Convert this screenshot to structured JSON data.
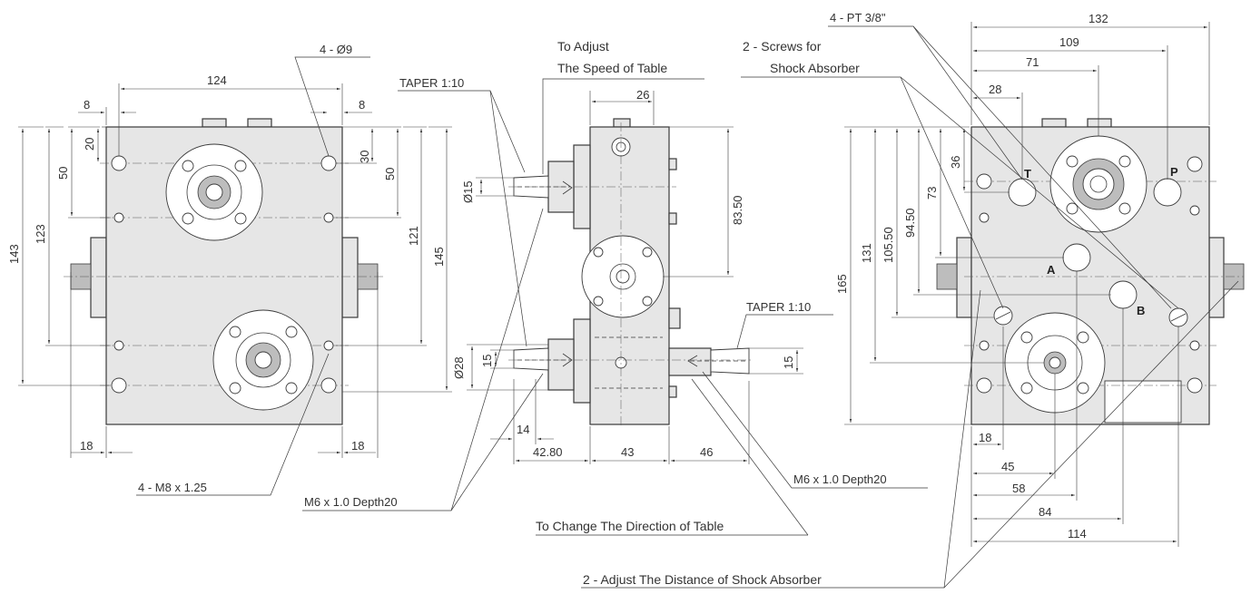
{
  "labels": {
    "taper_left": "TAPER 1:10",
    "taper_right": "TAPER 1:10",
    "adjust_speed_1": "To Adjust",
    "adjust_speed_2": "The Speed of Table",
    "holes_4_d9": "4 - Ø9",
    "holes_4_m8": "4 - M8 x 1.25",
    "m6_left": "M6 x 1.0  Depth20",
    "m6_right": "M6 x 1.0  Depth20",
    "change_direction": "To Change The Direction of Table",
    "adjust_shock": "2 - Adjust The Distance of Shock Absorber",
    "pt_ports": "4 - PT 3/8\"",
    "screws_1": "2 - Screws for",
    "screws_2": "Shock Absorber",
    "port_T": "T",
    "port_P": "P",
    "port_A": "A",
    "port_B": "B"
  },
  "dims": {
    "left_124": "124",
    "left_8a": "8",
    "left_8b": "8",
    "left_20": "20",
    "left_50a": "50",
    "left_30": "30",
    "left_50b": "50",
    "left_143": "143",
    "left_123": "123",
    "left_121": "121",
    "left_145": "145",
    "left_18a": "18",
    "left_18b": "18",
    "mid_26": "26",
    "mid_8350": "83.50",
    "mid_d15": "Ø15",
    "mid_d28": "Ø28",
    "mid_15a": "15",
    "mid_15b": "15",
    "mid_14": "14",
    "mid_4280": "42.80",
    "mid_43": "43",
    "mid_46": "46",
    "right_132": "132",
    "right_109": "109",
    "right_71": "71",
    "right_28": "28",
    "right_36": "36",
    "right_73": "73",
    "right_9450": "94.50",
    "right_10550": "105.50",
    "right_131": "131",
    "right_165": "165",
    "right_18": "18",
    "right_45": "45",
    "right_58": "58",
    "right_84": "84",
    "right_114": "114"
  }
}
